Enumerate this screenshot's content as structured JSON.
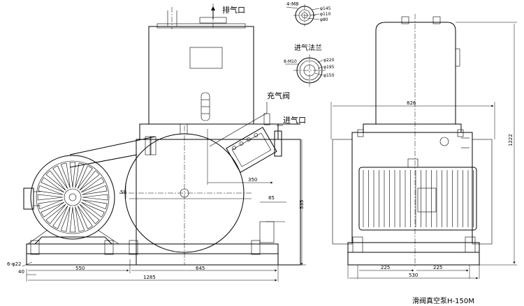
{
  "title": "滑阀真空泵H-150M",
  "labels": {
    "exhaust": "排气口",
    "inflate_valve": "充气阀",
    "inlet": "进气口",
    "inlet_flange": "进气法兰"
  },
  "top_flange": {
    "bolts": "4-M8",
    "d1": "φ145",
    "d2": "φ110",
    "d3": "φ80"
  },
  "inlet_flange_dims": {
    "bolts": "8-M10",
    "d1": "φ220",
    "d2": "φ195",
    "d3": "φ150"
  },
  "side_view_dims": {
    "d_550": "550",
    "d_645": "645",
    "d_1285": "1285",
    "d_6phi22": "6-φ22",
    "d_40": "40",
    "d_50": "50",
    "d_350": "350",
    "d_85": "85",
    "d_535": "535"
  },
  "front_view_dims": {
    "d_826": "826",
    "d_1222": "1222",
    "d_225a": "225",
    "d_225b": "225",
    "d_530": "530"
  }
}
